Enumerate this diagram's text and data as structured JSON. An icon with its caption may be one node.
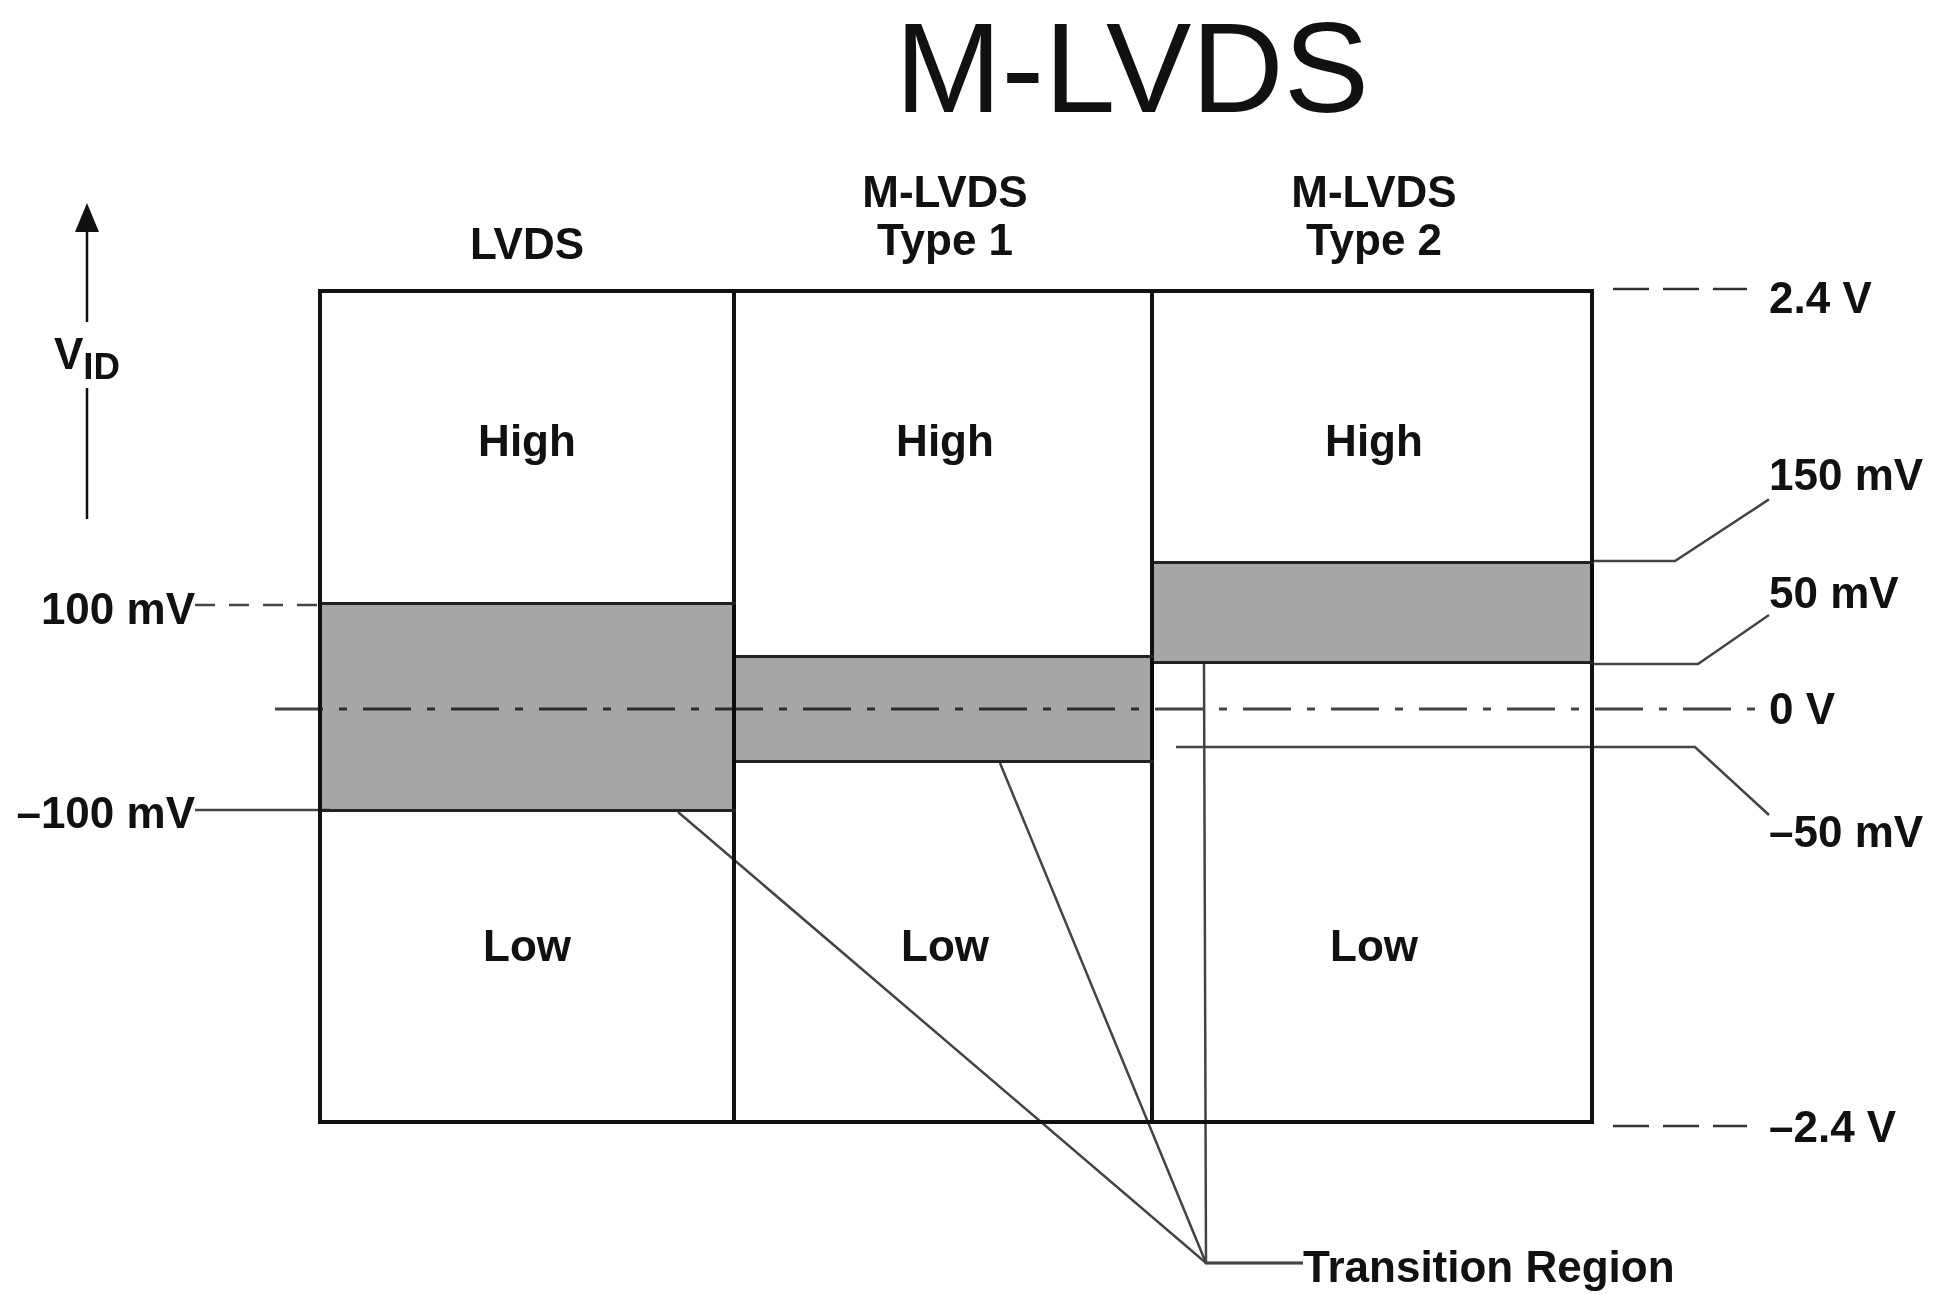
{
  "diagram": {
    "title": "M-LVDS",
    "nodes": [
      {
        "text": [
          "LVDS",
          "High",
          "Low"
        ]
      },
      {
        "text": [],
        "shape": "box",
        "in": 0
      },
      {
        "text": [
          "M-LVDS Type 1",
          "High",
          "Low"
        ]
      },
      {
        "text": [],
        "shape": "box",
        "in": 2
      },
      {
        "text": [
          "M-LVDS Type 2",
          "High",
          "Low"
        ]
      },
      {
        "text": [],
        "shape": "box",
        "in": 4
      },
      {
        "text": [
          "100 mV"
        ]
      },
      {
        "text": [
          "–100 mV"
        ]
      },
      {
        "text": [
          "150 mV"
        ]
      },
      {
        "text": [
          "50 mV"
        ]
      },
      {
        "text": [
          "–50 mV"
        ]
      },
      {
        "text": [
          "Transition Region"
        ]
      }
    ],
    "edges": [
      {
        "from": 6,
        "to": 1,
        "arrow": "none",
        "style": "dashed"
      },
      {
        "from": 7,
        "to": 1,
        "arrow": "none"
      },
      {
        "from": 8,
        "to": 5,
        "arrow": "none"
      },
      {
        "from": 9,
        "to": 5,
        "arrow": "none"
      },
      {
        "from": 10,
        "to": 4,
        "arrow": "none"
      },
      {
        "from": 11,
        "to": 1,
        "arrow": "none"
      },
      {
        "from": 11,
        "to": 3,
        "arrow": "none"
      },
      {
        "from": 11,
        "to": 5,
        "arrow": "none"
      }
    ],
    "labels": [
      "V$_{ID}$",
      "2.4 V",
      "0 V",
      "–2.4 V"
    ]
  }
}
